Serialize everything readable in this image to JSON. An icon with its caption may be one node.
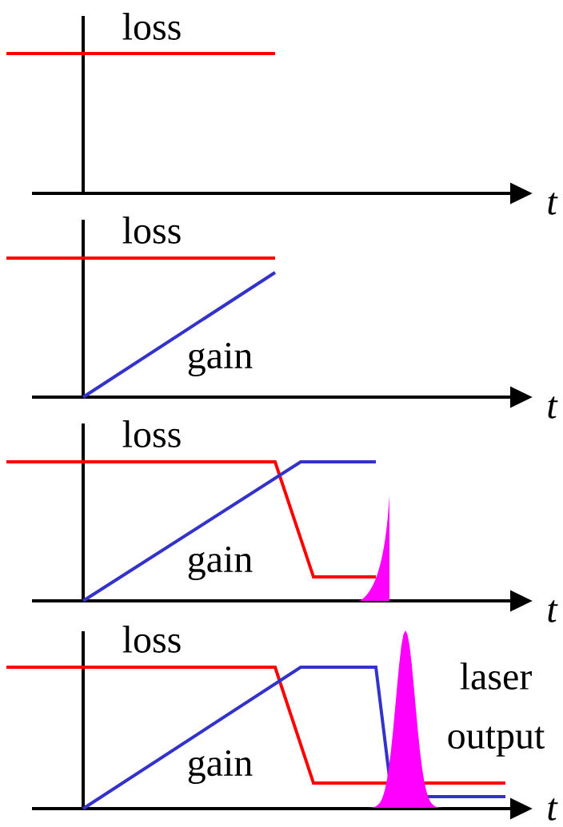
{
  "diagram": {
    "labels": [
      "loss",
      "t",
      "loss",
      "gain",
      "t",
      "loss",
      "gain",
      "t",
      "loss",
      "laser output",
      "gain",
      "t"
    ]
  }
}
